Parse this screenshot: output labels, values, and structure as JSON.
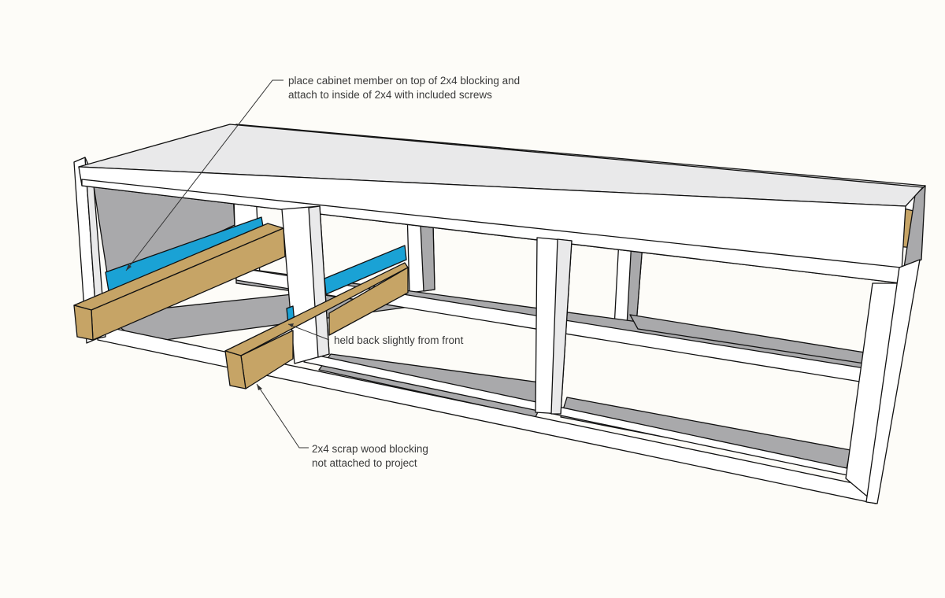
{
  "colors": {
    "background": "#fdfcf8",
    "frame_face": "#ffffff",
    "frame_side": "#e9e9ea",
    "shadow": "#a9a9ab",
    "wood": "#c6a466",
    "cabinet_member": "#1aa2d5",
    "outline": "#111111"
  },
  "callouts": {
    "cabinet_member": {
      "line1": "place cabinet member on top of 2x4 blocking and",
      "line2": "attach to inside of 2x4 with included screws"
    },
    "held_back": {
      "line1": "held back slightly from front"
    },
    "scrap_blocking": {
      "line1": "2x4 scrap wood blocking",
      "line2": "not attached to project"
    }
  }
}
